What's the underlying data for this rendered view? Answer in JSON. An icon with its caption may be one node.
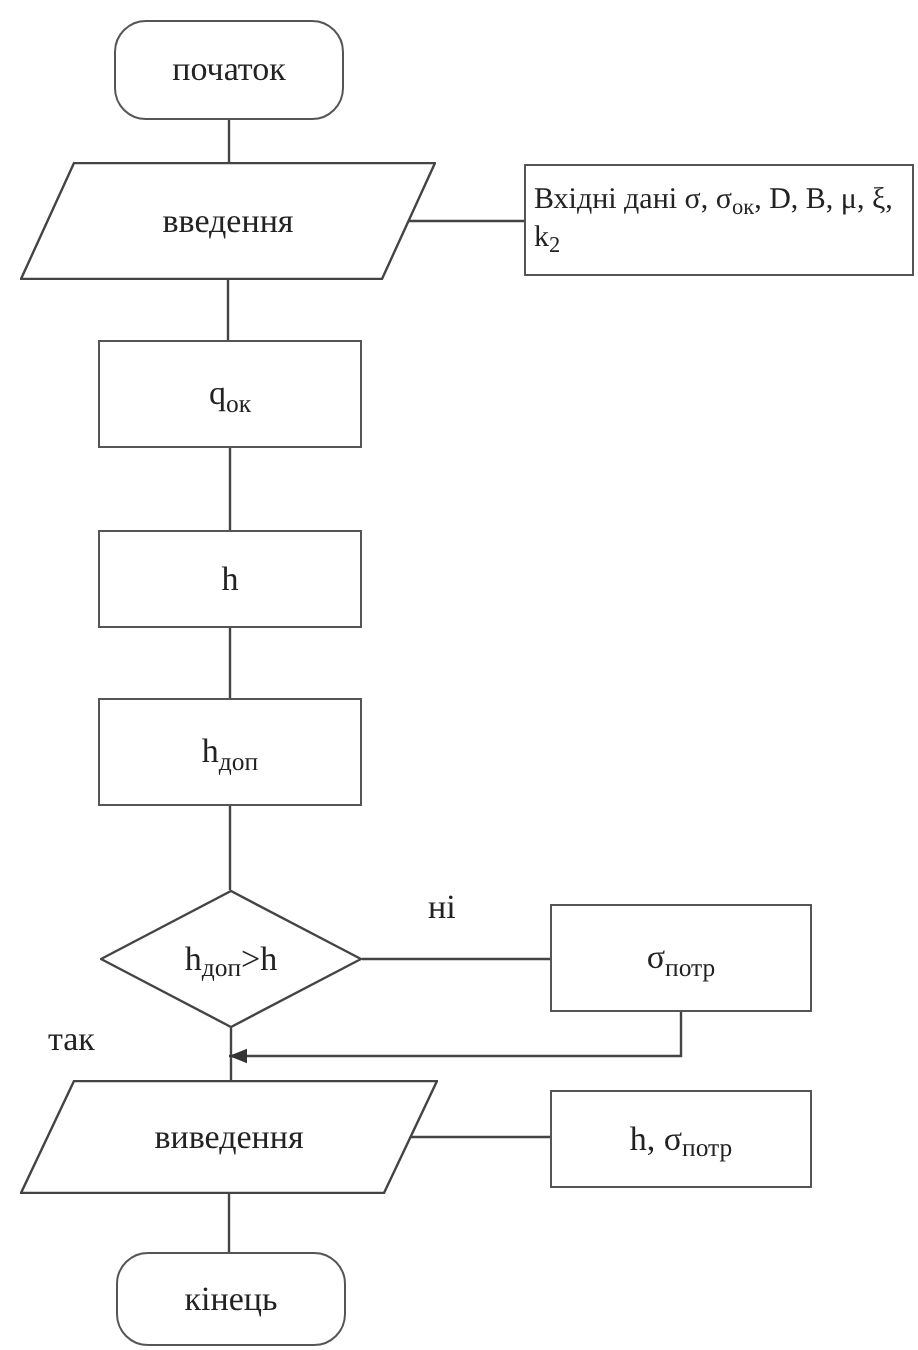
{
  "diagram": {
    "nodes": [
      {
        "text": [
          "початок"
        ]
      },
      {
        "text": [
          "введення"
        ]
      },
      {
        "text": [
          "Вхідні дані σ, σ$_{ок}$, D, B, μ, ξ, k$_{2}$"
        ]
      },
      {
        "text": [
          "q$_{ок}$"
        ]
      },
      {
        "text": [
          "h"
        ]
      },
      {
        "text": [
          "h$_{доп}$"
        ]
      },
      {
        "text": [
          "h$_{доп}$>h"
        ]
      },
      {
        "text": [
          "σ$_{потр}$"
        ]
      },
      {
        "text": [
          "виведення"
        ]
      },
      {
        "text": [
          "h, σ$_{потр}$"
        ]
      },
      {
        "text": [
          "кінець"
        ]
      }
    ],
    "edges": [
      {
        "from": 0,
        "to": 1,
        "arrow": "none"
      },
      {
        "from": 1,
        "to": 2,
        "arrow": "none"
      },
      {
        "from": 1,
        "to": 3,
        "arrow": "none"
      },
      {
        "from": 3,
        "to": 4,
        "arrow": "none"
      },
      {
        "from": 4,
        "to": 5,
        "arrow": "none"
      },
      {
        "from": 5,
        "to": 6,
        "arrow": "none"
      },
      {
        "from": 6,
        "to": 7,
        "label": "ні",
        "arrow": "none"
      },
      {
        "from": 6,
        "to": 8,
        "label": "так",
        "arrow": "none"
      },
      {
        "from": 7,
        "to": 8,
        "arrow": "to"
      },
      {
        "from": 8,
        "to": 9,
        "arrow": "none"
      },
      {
        "from": 8,
        "to": 10,
        "arrow": "none"
      }
    ]
  }
}
